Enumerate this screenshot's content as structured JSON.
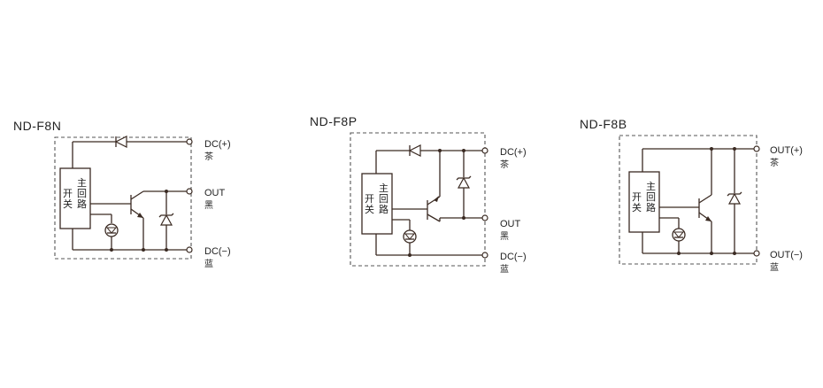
{
  "circuits": [
    {
      "title": "ND-F8N",
      "box_col1": "开关",
      "box_col2": "主回路",
      "terminals": [
        {
          "label": "DC(+)",
          "color": "茶"
        },
        {
          "label": "OUT",
          "color": "黑"
        },
        {
          "label": "DC(−)",
          "color": "蓝"
        }
      ]
    },
    {
      "title": "ND-F8P",
      "box_col1": "开关",
      "box_col2": "主回路",
      "terminals": [
        {
          "label": "DC(+)",
          "color": "茶"
        },
        {
          "label": "OUT",
          "color": "黑"
        },
        {
          "label": "DC(−)",
          "color": "蓝"
        }
      ]
    },
    {
      "title": "ND-F8B",
      "box_col1": "开关",
      "box_col2": "主回路",
      "terminals": [
        {
          "label": "OUT(+)",
          "color": "茶"
        },
        {
          "label": "OUT(−)",
          "color": "蓝"
        }
      ]
    }
  ]
}
